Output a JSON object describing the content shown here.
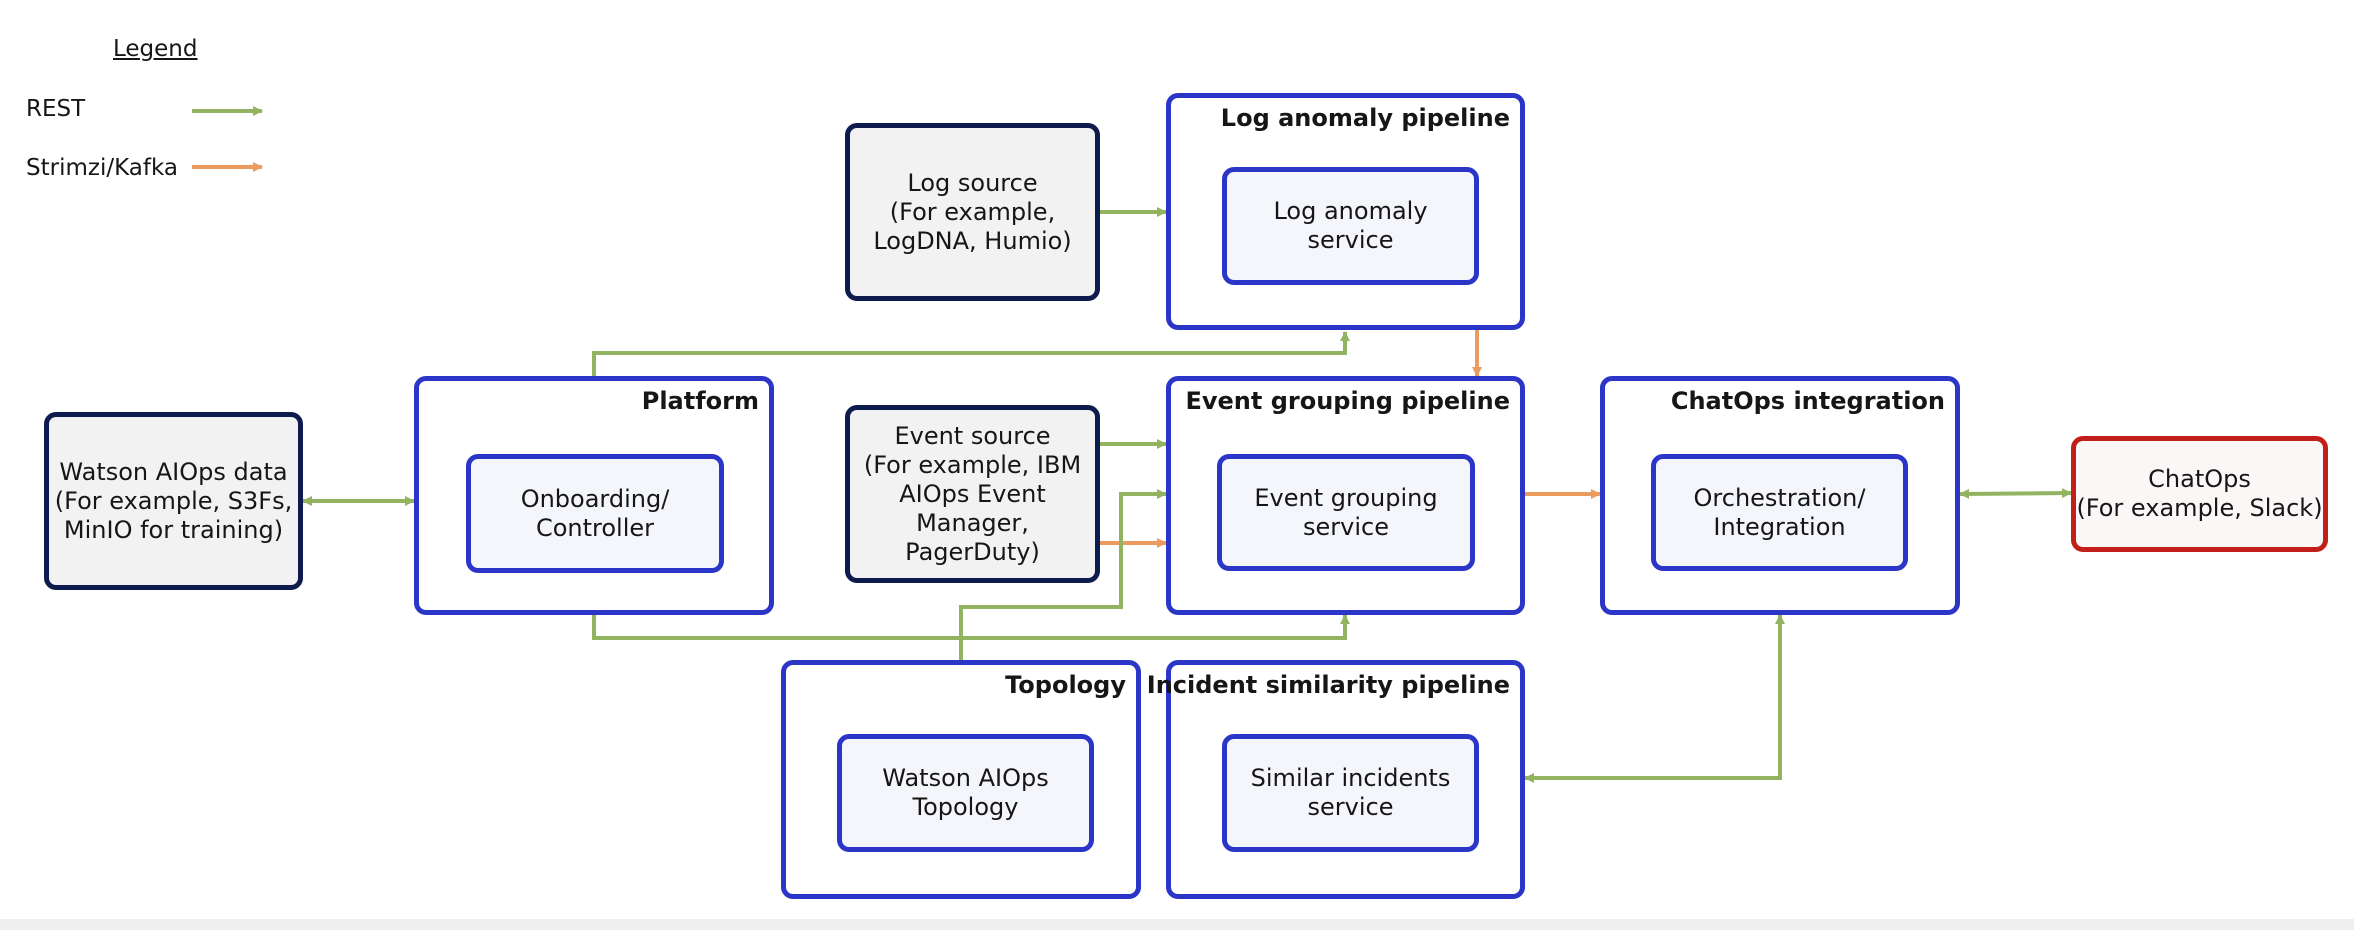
{
  "legend": {
    "title": "Legend",
    "items": [
      {
        "label": "REST",
        "color": "#92b460"
      },
      {
        "label": "Strimzi/Kafka",
        "color": "#eb9b5e"
      }
    ]
  },
  "groups": {
    "log_anomaly": {
      "title": "Log anomaly pipeline",
      "service": "Log anomaly service"
    },
    "platform": {
      "title": "Platform",
      "service": "Onboarding/\nController"
    },
    "event_grouping": {
      "title": "Event grouping pipeline",
      "service": "Event grouping\nservice"
    },
    "chatops_integration": {
      "title": "ChatOps integration",
      "service": "Orchestration/\nIntegration"
    },
    "topology": {
      "title": "Topology",
      "service": "Watson AIOps\nTopology"
    },
    "incident_similarity": {
      "title": "Incident similarity pipeline",
      "service": "Similar incidents\nservice"
    }
  },
  "external": {
    "log_source": "Log source\n(For example,\nLogDNA, Humio)",
    "event_source": "Event source\n(For example, IBM\nAIOps Event\nManager, PagerDuty)",
    "watson_data": "Watson AIOps data\n(For example, S3Fs,\nMinIO for training)",
    "chatops": "ChatOps\n(For example, Slack)"
  },
  "colors": {
    "rest": "#92b460",
    "kafka": "#eb9b5e",
    "group_border": "#2b35c7",
    "external_border": "#0e1b4d",
    "chatops_border": "#c21f1a"
  }
}
